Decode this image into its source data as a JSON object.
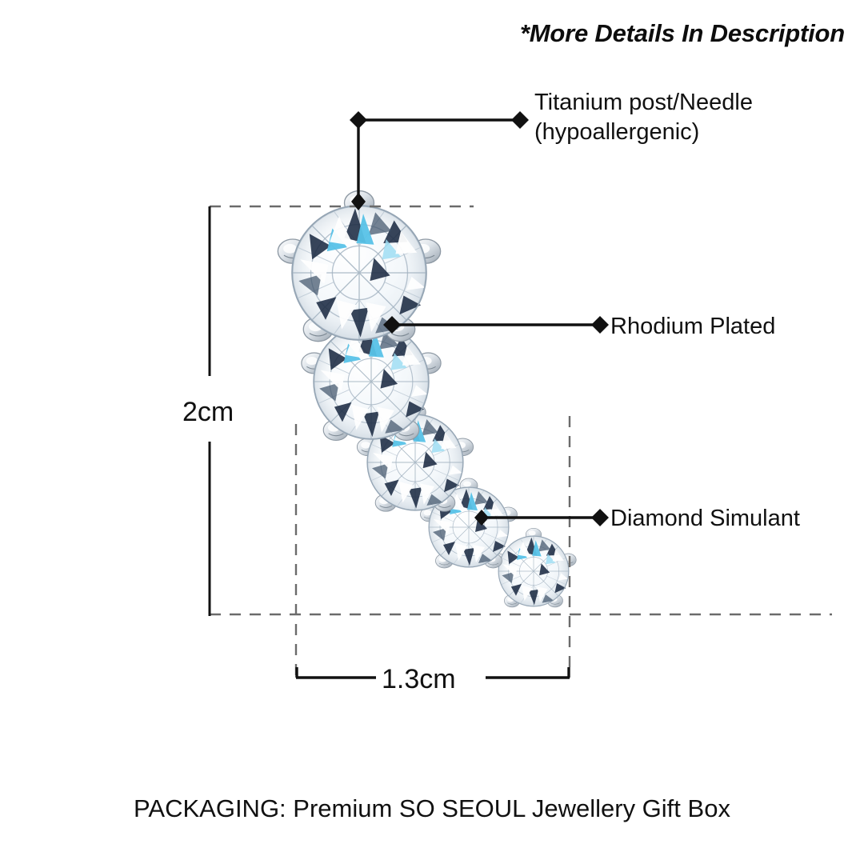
{
  "header": {
    "note": "*More Details In Description"
  },
  "callouts": [
    {
      "name": "titanium-post",
      "line1": "Titanium post/Needle",
      "line2": "(hypoallergenic)",
      "marker": "diamond-arrow-icon"
    },
    {
      "name": "rhodium-plated",
      "line1": "Rhodium Plated",
      "line2": "",
      "marker": "diamond-arrow-icon"
    },
    {
      "name": "diamond-simulant",
      "line1": "Diamond Simulant",
      "line2": "",
      "marker": "diamond-arrow-icon"
    }
  ],
  "dimensions": {
    "height_label": "2cm",
    "width_label": "1.3cm"
  },
  "footer": {
    "packaging": "PACKAGING: Premium SO SEOUL Jewellery Gift Box"
  },
  "colors": {
    "ink": "#111111",
    "guide": "#6b6b6b",
    "metal_light": "#fbfcfd",
    "metal_mid": "#cfd6dd",
    "metal_dark": "#8e99a4",
    "facet_white": "#ffffff",
    "facet_pale": "#e8eef4",
    "facet_blue": "#58c3e8",
    "facet_navy": "#1d2c44",
    "background": "#ffffff"
  },
  "product": {
    "type": "climber earring",
    "stone_count": 5,
    "stone_cut": "round brilliant"
  }
}
